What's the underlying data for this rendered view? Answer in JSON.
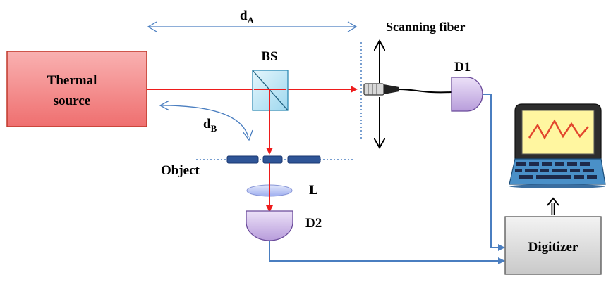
{
  "labels": {
    "source_line1": "Thermal",
    "source_line2": "source",
    "bs": "BS",
    "d_a": "d",
    "d_a_sub": "A",
    "d_b": "d",
    "d_b_sub": "B",
    "scanning_fiber": "Scanning fiber",
    "d1": "D1",
    "d2": "D2",
    "object": "Object",
    "lens": "L",
    "digitizer": "Digitizer"
  },
  "colors": {
    "beam": "#ee1c1c",
    "signal_wire": "#4a7ec0",
    "source_fill": "#f08080",
    "source_stroke": "#c0392b",
    "detector_fill": "#cdb6e6",
    "detector_stroke": "#6a4a9a",
    "bs_fill": "#bfe8f6",
    "object_fill": "#2f5597",
    "lens_fill": "#c6cff5",
    "digitizer_fill": "#dcdcdc",
    "laptop_screen": "#fff8a0",
    "laptop_body": "#4a90c8"
  },
  "icons": {
    "computer": "laptop-icon",
    "fiber": "fiber-connector-icon"
  }
}
